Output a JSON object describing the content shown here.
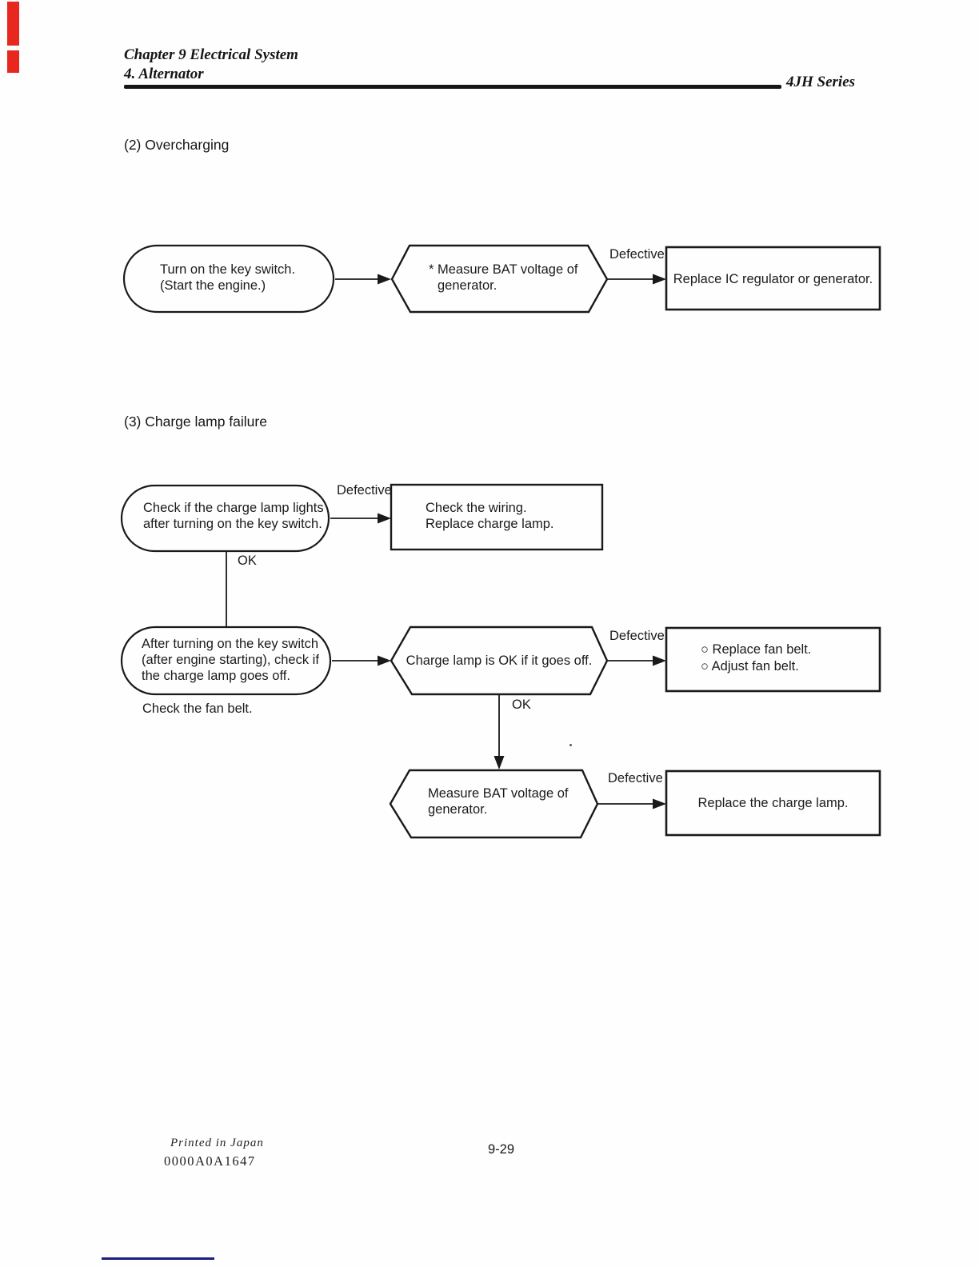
{
  "header": {
    "chapter": "Chapter 9 Electrical System",
    "section": "4. Alternator",
    "series": "4JH Series"
  },
  "overcharging": {
    "title": "(2) Overcharging",
    "start": {
      "line1": "Turn on the key switch.",
      "line2": "(Start the engine.)"
    },
    "measure": {
      "line1": "* Measure BAT voltage of",
      "line2": "generator."
    },
    "defective_label": "Defective",
    "result": "Replace IC regulator or generator."
  },
  "charge_lamp_failure": {
    "title": "(3) Charge lamp failure",
    "check_lamp": {
      "line1": "Check if the charge lamp lights",
      "line2": "after turning on the key switch."
    },
    "defective1": "Defective",
    "wiring": {
      "line1": "Check the wiring.",
      "line2": "Replace charge lamp."
    },
    "ok1": "OK",
    "after_start": {
      "line1": "After turning on the key switch",
      "line2": "(after engine starting), check if",
      "line3": "the charge lamp goes off."
    },
    "fan_belt_note": "Check the fan belt.",
    "lamp_ok": "Charge lamp is OK if it goes off.",
    "defective2": "Defective",
    "fan_belt_fix": {
      "line1": "○ Replace fan belt.",
      "line2": "○ Adjust fan belt."
    },
    "ok2": "OK",
    "measure": {
      "line1": "Measure BAT voltage of",
      "line2": "generator."
    },
    "defective3": "Defective",
    "result": "Replace the charge lamp."
  },
  "footer": {
    "printed_in": "Printed in Japan",
    "doc_code": "0000A0A1647",
    "page_number": "9-29"
  },
  "annotations": {
    "red_mark_color": "#e8281e",
    "blue_line_color": "#1c1c82"
  }
}
